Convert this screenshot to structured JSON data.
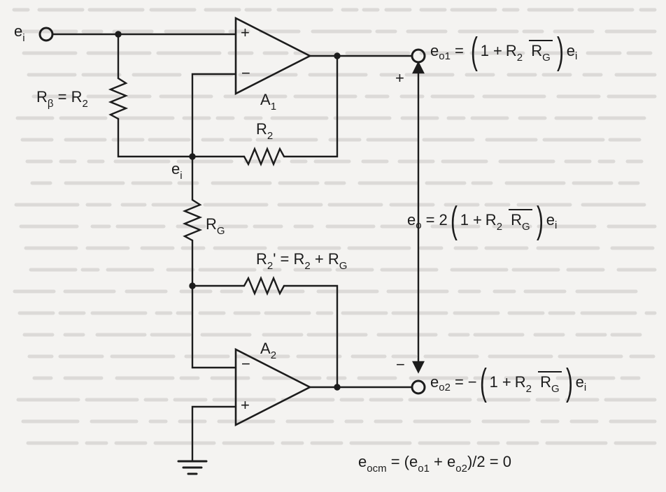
{
  "input": {
    "e": "e",
    "i": "i"
  },
  "inverting_node": {
    "e": "e",
    "i": "i"
  },
  "amplifiers": {
    "a1": {
      "letter": "A",
      "index": "1"
    },
    "a2": {
      "letter": "A",
      "index": "2"
    }
  },
  "signs": {
    "plus": "+",
    "minus": "−"
  },
  "resistors": {
    "rbeta": {
      "r": "R",
      "beta": "β",
      "eq": " = ",
      "r2": "R",
      "two": "2"
    },
    "r2_top": {
      "r": "R",
      "two": "2"
    },
    "rg": {
      "r": "R",
      "g": "G"
    },
    "r2prime": {
      "r": "R",
      "two": "2",
      "prime": "'",
      "eq": " = ",
      "r2": "R",
      "two2": "2",
      "plus": " + ",
      "rg": "R",
      "g": "G"
    }
  },
  "eq_eo1": {
    "e": "e",
    "sub": "o1",
    "eq": "=",
    "paren_l": "(",
    "one": "1",
    "plus": "+",
    "num_r": "R",
    "num_sub": "2",
    "den_r": "R",
    "den_sub": "G",
    "paren_r": ")",
    "ei": "e",
    "ei_sub": "i"
  },
  "eq_eo": {
    "e": "e",
    "sub": "o",
    "eq": "=",
    "two": "2",
    "paren_l": "(",
    "one": "1",
    "plus": "+",
    "num_r": "R",
    "num_sub": "2",
    "den_r": "R",
    "den_sub": "G",
    "paren_r": ")",
    "ei": "e",
    "ei_sub": "i"
  },
  "eq_eo2": {
    "e": "e",
    "sub": "o2",
    "eq": "=",
    "neg": "−",
    "paren_l": "(",
    "one": "1",
    "plus": "+",
    "num_r": "R",
    "num_sub": "2",
    "den_r": "R",
    "den_sub": "G",
    "paren_r": ")",
    "ei": "e",
    "ei_sub": "i"
  },
  "eq_eocm": {
    "e": "e",
    "sub": "ocm",
    "eq": " = (",
    "e1": "e",
    "s1": "o1",
    "plus": " + ",
    "e2": "e",
    "s2": "o2",
    "tail": ")/2 = 0"
  },
  "colors": {
    "ink": "#1c1c1c",
    "paper": "#f4f3f1",
    "bleed": "#b8b6b3"
  }
}
